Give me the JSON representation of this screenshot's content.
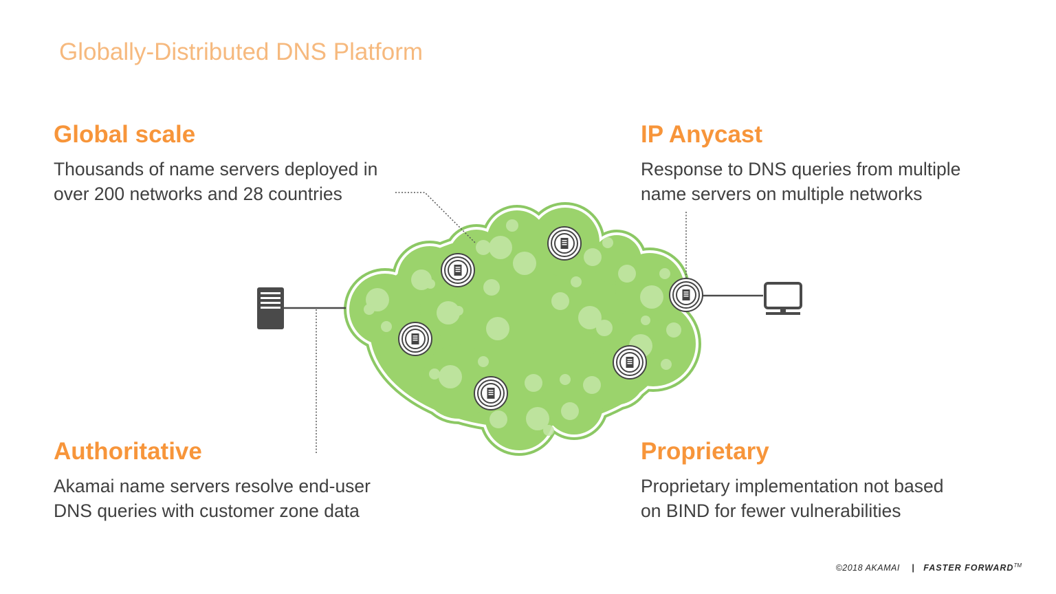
{
  "title": "Globally-Distributed DNS Platform",
  "blocks": {
    "global_scale": {
      "heading": "Global scale",
      "line1": "Thousands of name servers deployed in",
      "line2": "over 200 networks and 28 countries"
    },
    "ip_anycast": {
      "heading": "IP Anycast",
      "line1": "Response to DNS queries from multiple",
      "line2": "name servers on multiple networks"
    },
    "authoritative": {
      "heading": "Authoritative",
      "line1": "Akamai name servers resolve end-user",
      "line2": "DNS queries with customer zone data"
    },
    "proprietary": {
      "heading": "Proprietary",
      "line1": "Proprietary implementation not based",
      "line2": "on BIND for fewer vulnerabilities"
    }
  },
  "footer": {
    "copyright": "©2018 AKAMAI",
    "separator": "|",
    "tagline": "FASTER FORWARD",
    "trademark": "TM"
  },
  "colors": {
    "accent": "#f7953a",
    "title": "#f6b97e",
    "cloud_fill": "#9bd36c",
    "cloud_outline": "#8cc864",
    "text": "#404040",
    "icon": "#4a4a4a"
  },
  "icons": {
    "origin_server": "server-rack-icon",
    "end_user": "monitor-icon",
    "name_server": "name-server-icon"
  }
}
